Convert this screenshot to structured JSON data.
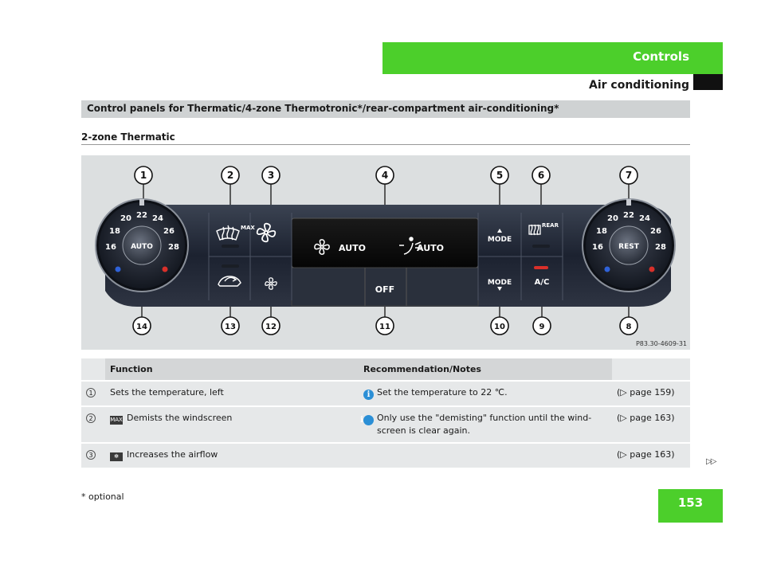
{
  "header": {
    "section": "Controls",
    "subsection": "Air conditioning"
  },
  "heading": "Control panels for Thermatic/4-zone Thermotronic*/rear-compartment air-conditioning*",
  "subheading": "2-zone Thermatic",
  "figure": {
    "code": "P83.30-4609-31",
    "callouts_top": [
      "1",
      "2",
      "3",
      "4",
      "5",
      "6",
      "7"
    ],
    "callouts_bottom": [
      "14",
      "13",
      "12",
      "11",
      "10",
      "9",
      "8"
    ],
    "left_dial": {
      "center": "AUTO",
      "scale": [
        "16",
        "18",
        "20",
        "22",
        "24",
        "26",
        "28"
      ]
    },
    "right_dial": {
      "center": "REST",
      "scale": [
        "16",
        "18",
        "20",
        "22",
        "24",
        "26",
        "28"
      ]
    },
    "display": {
      "left": "AUTO",
      "right": "AUTO"
    },
    "buttons": {
      "defrost_max": "MAX",
      "off": "OFF",
      "mode_up": "MODE",
      "mode_down": "MODE",
      "rear": "REAR",
      "ac": "A/C"
    }
  },
  "table": {
    "headers": [
      "Function",
      "Recommendation/Notes",
      ""
    ],
    "rows": [
      {
        "num": "1",
        "function": "Sets the temperature, left",
        "note": "Set the temperature to 22 ℃.",
        "ref": "(▷ page 159)"
      },
      {
        "num": "2",
        "icon": "MAX",
        "function": "Demists the windscreen",
        "note": "Only use the \"demisting\" function until the wind-screen is clear again.",
        "ref": "(▷ page 163)"
      },
      {
        "num": "3",
        "icon_name": "fan-icon",
        "function": "Increases the airflow",
        "note": "",
        "ref": "(▷ page 163)"
      }
    ]
  },
  "continued": "▷▷",
  "footnote": "* optional",
  "page_number": "153"
}
